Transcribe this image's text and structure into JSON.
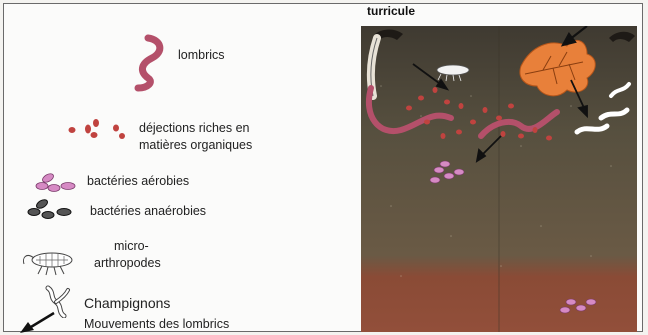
{
  "legend": {
    "lombrics": "lombrics",
    "dejections_line1": "déjections riches en",
    "dejections_line2": "matières organiques",
    "bacteries_aerobies": "bactéries aérobies",
    "bacteries_anaerobies": "bactéries anaérobies",
    "microarthropodes_line1": "micro-",
    "microarthropodes_line2": "arthropodes",
    "champignons": "Champignons",
    "mouvements": "Mouvements des lombrics"
  },
  "soil": {
    "turricule_label": "turricule"
  },
  "colors": {
    "worm": "#b4506a",
    "dejections": "#c0433f",
    "bacteria_aerobic": "#d68ac4",
    "bacteria_anaerobic": "#3b3b3b",
    "leaf": "#e8803a",
    "soil_top": "#4a4236",
    "soil_bottom": "#8e4a36"
  }
}
